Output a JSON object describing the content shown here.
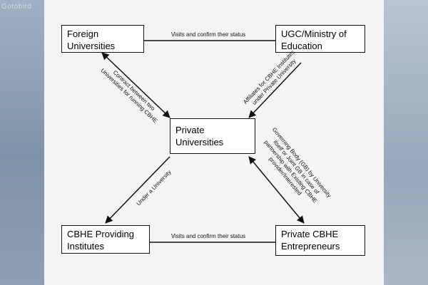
{
  "watermark": "Gotobird",
  "nodes": {
    "foreign": "Foreign\nUniversities",
    "ugc": "UGC/Ministry of\nEducation",
    "private_univ": "Private\nUniversities",
    "cbhe_institutes": "CBHE Providing\nInstitutes",
    "entrepreneurs": "Private CBHE\nEntrepreneurs"
  },
  "edges": {
    "ugc_to_foreign": "Visits and confirm their status",
    "foreign_private": "Contract between two\nUniversities for running CBHE",
    "ugc_private": "Affiliates for CBHE Institutes\nunder Private University",
    "private_to_cbhe": "Under a University",
    "private_entrepreneurs": "Governing Body (GB) by University\nitself or Joint GB in case of\npartnership with Existing CBHE\nprovider/Interested",
    "entrepreneurs_to_cbhe": "Visits and confirm their status"
  },
  "colors": {
    "arrow": "#111111",
    "box_border": "#111111",
    "slide_bg": "#f4f4f2",
    "frame_bg": "#8a9bae"
  }
}
